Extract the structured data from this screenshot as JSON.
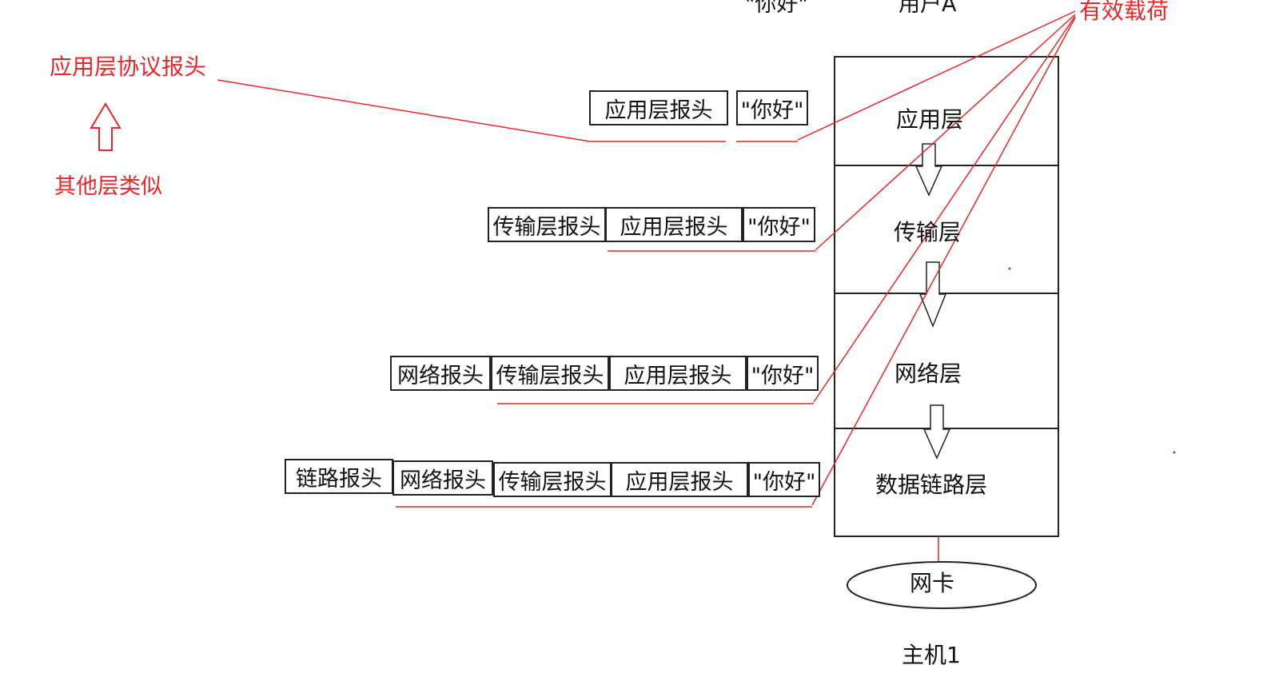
{
  "top": {
    "payload_quote": "\"你好\"",
    "user": "用户A"
  },
  "annotations": {
    "payload": "有效载荷",
    "app_protocol_header": "应用层协议报头",
    "others_similar": "其他层类似"
  },
  "layers": [
    "应用层",
    "传输层",
    "网络层",
    "数据链路层"
  ],
  "nic": "网卡",
  "host": "主机1",
  "packets": {
    "application": [
      "应用层报头",
      "\"你好\""
    ],
    "transport": [
      "传输层报头",
      "应用层报头",
      "\"你好\""
    ],
    "network": [
      "网络报头",
      "传输层报头",
      "应用层报头",
      "\"你好\""
    ],
    "link": [
      "链路报头",
      "网络报头",
      "传输层报头",
      "应用层报头",
      "\"你好\""
    ]
  },
  "colors": {
    "annotation": "#e8262c",
    "stroke": "#222222"
  },
  "icons": [
    "up-arrow-icon",
    "down-arrow-icon"
  ]
}
